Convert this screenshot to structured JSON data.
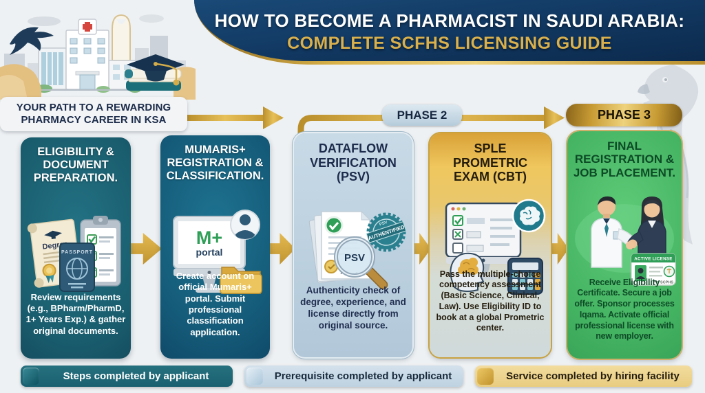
{
  "header": {
    "title_line1": "HOW TO BECOME A PHARMACIST IN SAUDI ARABIA:",
    "title_line2": "COMPLETE SCFHS LICENSING GUIDE"
  },
  "intro_banner": {
    "line1": "YOUR PATH TO A REWARDING",
    "line2": "PHARMACY CAREER IN KSA"
  },
  "phase_labels": {
    "phase2": "PHASE 2",
    "phase3": "PHASE 3"
  },
  "steps": [
    {
      "title": "ELIGIBILITY & DOCUMENT PREPARATION.",
      "description": "Review requirements (e.g., BPharm/PharmD, 1+ Years Exp.) & gather original documents.",
      "labels": {
        "degree": "Degree",
        "passport": "PASSPORT"
      }
    },
    {
      "title": "MUMARIS+ REGISTRATION & CLASSIFICATION.",
      "description": "Create account on official Mumaris+ portal. Submit professional classification application.",
      "labels": {
        "logo": "M+",
        "logo_sub": "portal"
      }
    },
    {
      "title": "DATAFLOW VERIFICATION (PSV)",
      "description": "Authenticity check of degree, experience, and license directly from original source.",
      "labels": {
        "magnifier": "PSV",
        "stamp": "AUTHENTIFIED",
        "stamp_top": "PSV"
      }
    },
    {
      "title": "SPLE PROMETRIC EXAM (CBT)",
      "description": "Pass the multiple-choice competency assessment (Basic Science, Clinical, Law). Use Eligibility ID to book at a global Prometric center.",
      "labels": {}
    },
    {
      "title": "FINAL REGISTRATION & JOB PLACEMENT.",
      "description": "Receive Eligibility Certificate. Secure a job offer. Sponsor processes Iqama. Activate official professional license with new employer.",
      "labels": {
        "badge_header": "ACTIVE LICENSE",
        "badge_org": "SCPHS"
      }
    }
  ],
  "legend": [
    {
      "label": "Steps completed by applicant"
    },
    {
      "label": "Prerequisite completed by applicant"
    },
    {
      "label": "Service completed by hiring facility"
    }
  ],
  "colors": {
    "background": "#eef1f3",
    "banner_navy_top": "#16436f",
    "banner_navy_bottom": "#0c2a4d",
    "gold": "#c9a23f",
    "gold_light": "#eed27c",
    "card1_teal": "#195d6e",
    "card2_blue": "#145a78",
    "card3_lightblue": "#bcd0df",
    "card4_gold": "#e2b04a",
    "card4_bottom": "#d2dbdb",
    "card5_green": "#43b261",
    "legend_teal": "#206d7e",
    "legend_lightblue": "#c9dcea",
    "legend_gold": "#edd494",
    "title_white": "#ffffff",
    "title_gold": "#d9b04c",
    "text_navy": "#1c2b4a",
    "text_green_dark": "#0e4b27",
    "check_green": "#2f9e57",
    "stamp_teal": "#2b808f",
    "red_cross": "#d6453d"
  }
}
